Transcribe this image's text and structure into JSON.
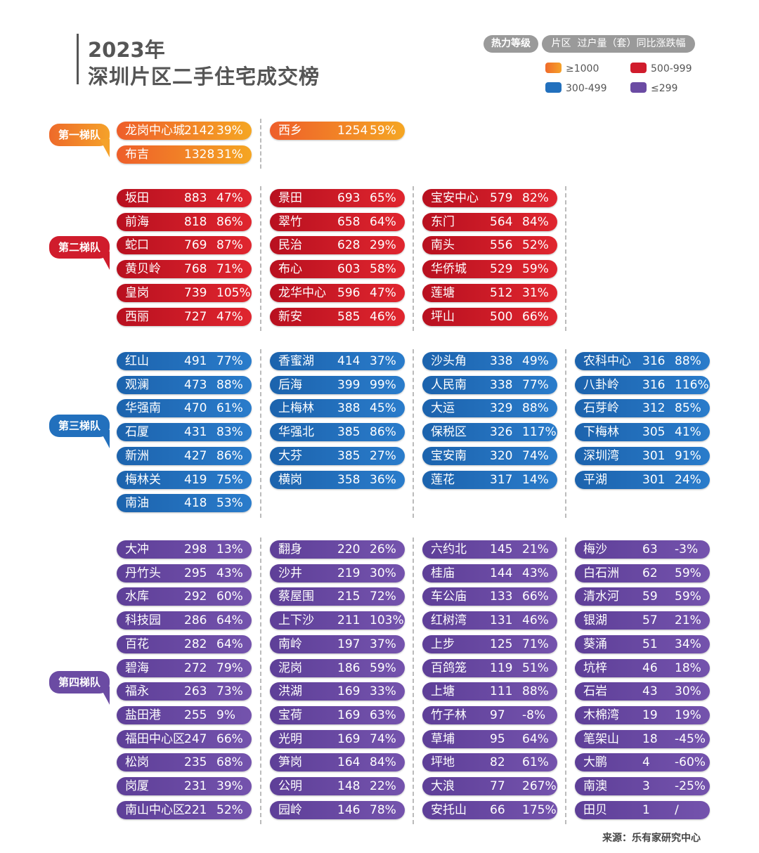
{
  "header": {
    "year_title": "2023年",
    "title": "深圳片区二手住宅成交榜"
  },
  "legend": {
    "heat_label": "热力等级",
    "fields_label": "片区  过户量（套）同比涨跌幅",
    "items": [
      {
        "label": "≥1000",
        "color": "#f27a2a"
      },
      {
        "label": "500-999",
        "color": "#d01c2c"
      },
      {
        "label": "300-499",
        "color": "#2270bd"
      },
      {
        "label": "≤299",
        "color": "#6b4ba3"
      }
    ]
  },
  "chart_data": {
    "type": "table",
    "columns": [
      "片区",
      "过户量（套）",
      "同比涨跌幅"
    ],
    "tiers": [
      {
        "label": "第一梯队",
        "color": "#f27a2a",
        "columns": [
          [
            [
              "龙岗中心城",
              "2142",
              "39%"
            ],
            [
              "布吉",
              "1328",
              "31%"
            ]
          ],
          [
            [
              "西乡",
              "1254",
              "59%"
            ]
          ]
        ]
      },
      {
        "label": "第二梯队",
        "color": "#d01c2c",
        "columns": [
          [
            [
              "坂田",
              "883",
              "47%"
            ],
            [
              "前海",
              "818",
              "86%"
            ],
            [
              "蛇口",
              "769",
              "87%"
            ],
            [
              "黄贝岭",
              "768",
              "71%"
            ],
            [
              "皇岗",
              "739",
              "105%"
            ],
            [
              "西丽",
              "727",
              "47%"
            ]
          ],
          [
            [
              "景田",
              "693",
              "65%"
            ],
            [
              "翠竹",
              "658",
              "64%"
            ],
            [
              "民治",
              "628",
              "29%"
            ],
            [
              "布心",
              "603",
              "58%"
            ],
            [
              "龙华中心",
              "596",
              "47%"
            ],
            [
              "新安",
              "585",
              "46%"
            ]
          ],
          [
            [
              "宝安中心",
              "579",
              "82%"
            ],
            [
              "东门",
              "564",
              "84%"
            ],
            [
              "南头",
              "556",
              "52%"
            ],
            [
              "华侨城",
              "529",
              "59%"
            ],
            [
              "莲塘",
              "512",
              "31%"
            ],
            [
              "坪山",
              "500",
              "66%"
            ]
          ]
        ]
      },
      {
        "label": "第三梯队",
        "color": "#2270bd",
        "columns": [
          [
            [
              "红山",
              "491",
              "77%"
            ],
            [
              "观澜",
              "473",
              "88%"
            ],
            [
              "华强南",
              "470",
              "61%"
            ],
            [
              "石厦",
              "431",
              "83%"
            ],
            [
              "新洲",
              "427",
              "86%"
            ],
            [
              "梅林关",
              "419",
              "75%"
            ],
            [
              "南油",
              "418",
              "53%"
            ]
          ],
          [
            [
              "香蜜湖",
              "414",
              "37%"
            ],
            [
              "后海",
              "399",
              "99%"
            ],
            [
              "上梅林",
              "388",
              "45%"
            ],
            [
              "华强北",
              "385",
              "86%"
            ],
            [
              "大芬",
              "385",
              "27%"
            ],
            [
              "横岗",
              "358",
              "36%"
            ]
          ],
          [
            [
              "沙头角",
              "338",
              "49%"
            ],
            [
              "人民南",
              "338",
              "77%"
            ],
            [
              "大运",
              "329",
              "88%"
            ],
            [
              "保税区",
              "326",
              "117%"
            ],
            [
              "宝安南",
              "320",
              "74%"
            ],
            [
              "莲花",
              "317",
              "14%"
            ]
          ],
          [
            [
              "农科中心",
              "316",
              "88%"
            ],
            [
              "八卦岭",
              "316",
              "116%"
            ],
            [
              "石芽岭",
              "312",
              "85%"
            ],
            [
              "下梅林",
              "305",
              "41%"
            ],
            [
              "深圳湾",
              "301",
              "91%"
            ],
            [
              "平湖",
              "301",
              "24%"
            ]
          ]
        ]
      },
      {
        "label": "第四梯队",
        "color": "#6b4ba3",
        "columns": [
          [
            [
              "大冲",
              "298",
              "13%"
            ],
            [
              "丹竹头",
              "295",
              "43%"
            ],
            [
              "水库",
              "292",
              "60%"
            ],
            [
              "科技园",
              "286",
              "64%"
            ],
            [
              "百花",
              "282",
              "64%"
            ],
            [
              "碧海",
              "272",
              "79%"
            ],
            [
              "福永",
              "263",
              "73%"
            ],
            [
              "盐田港",
              "255",
              "9%"
            ],
            [
              "福田中心区",
              "247",
              "66%"
            ],
            [
              "松岗",
              "235",
              "68%"
            ],
            [
              "岗厦",
              "231",
              "39%"
            ],
            [
              "南山中心区",
              "221",
              "52%"
            ]
          ],
          [
            [
              "翻身",
              "220",
              "26%"
            ],
            [
              "沙井",
              "219",
              "30%"
            ],
            [
              "蔡屋围",
              "215",
              "72%"
            ],
            [
              "上下沙",
              "211",
              "103%"
            ],
            [
              "南岭",
              "197",
              "37%"
            ],
            [
              "泥岗",
              "186",
              "59%"
            ],
            [
              "洪湖",
              "169",
              "33%"
            ],
            [
              "宝荷",
              "169",
              "63%"
            ],
            [
              "光明",
              "169",
              "74%"
            ],
            [
              "笋岗",
              "164",
              "84%"
            ],
            [
              "公明",
              "148",
              "22%"
            ],
            [
              "园岭",
              "146",
              "78%"
            ]
          ],
          [
            [
              "六约北",
              "145",
              "21%"
            ],
            [
              "桂庙",
              "144",
              "43%"
            ],
            [
              "车公庙",
              "133",
              "66%"
            ],
            [
              "红树湾",
              "131",
              "46%"
            ],
            [
              "上步",
              "125",
              "71%"
            ],
            [
              "百鸽笼",
              "119",
              "51%"
            ],
            [
              "上塘",
              "111",
              "88%"
            ],
            [
              "竹子林",
              "97",
              "-8%"
            ],
            [
              "草埔",
              "95",
              "64%"
            ],
            [
              "坪地",
              "82",
              "61%"
            ],
            [
              "大浪",
              "77",
              "267%"
            ],
            [
              "安托山",
              "66",
              "175%"
            ]
          ],
          [
            [
              "梅沙",
              "63",
              "-3%"
            ],
            [
              "白石洲",
              "62",
              "59%"
            ],
            [
              "清水河",
              "59",
              "59%"
            ],
            [
              "银湖",
              "57",
              "21%"
            ],
            [
              "葵涌",
              "51",
              "34%"
            ],
            [
              "坑梓",
              "46",
              "18%"
            ],
            [
              "石岩",
              "43",
              "30%"
            ],
            [
              "木棉湾",
              "19",
              "19%"
            ],
            [
              "笔架山",
              "18",
              "-45%"
            ],
            [
              "大鹏",
              "4",
              "-60%"
            ],
            [
              "南澳",
              "3",
              "-25%"
            ],
            [
              "田贝",
              "1",
              "/"
            ]
          ]
        ]
      }
    ]
  },
  "source": "来源：乐有家研究中心"
}
